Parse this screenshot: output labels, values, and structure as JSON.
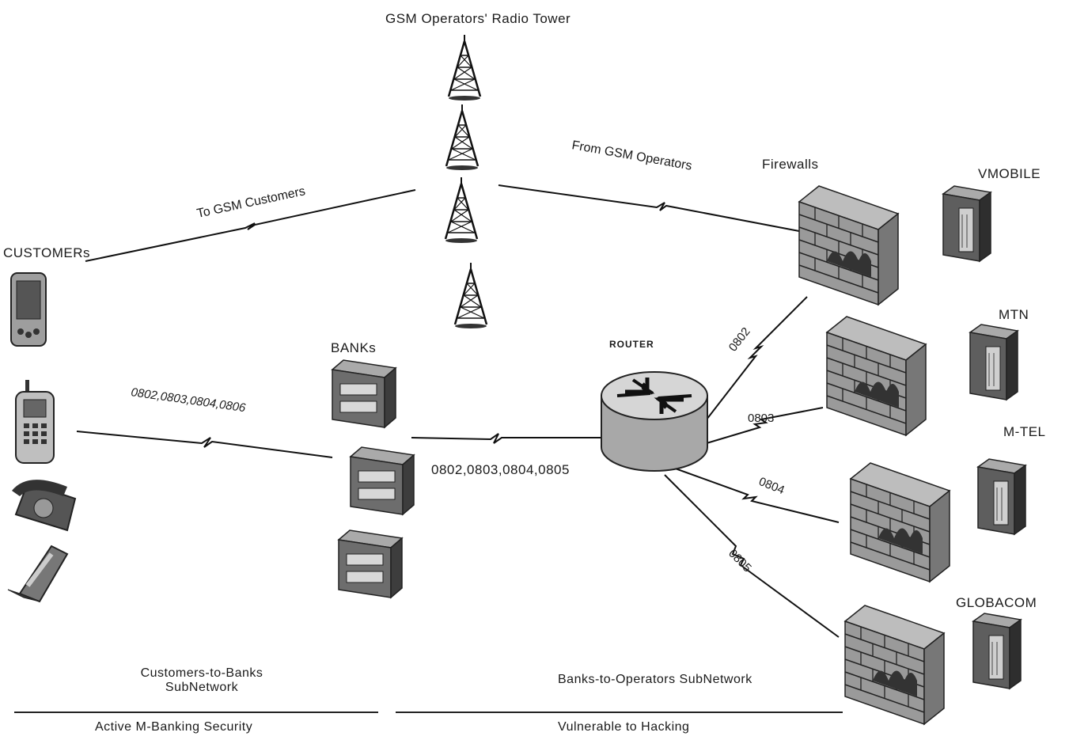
{
  "labels": {
    "tower_title": "GSM Operators' Radio Tower",
    "to_customers": "To GSM Customers",
    "from_operators": "From GSM Operators",
    "firewalls": "Firewalls",
    "customers": "CUSTOMERs",
    "banks": "BANKs",
    "router": "ROUTER",
    "bank_link_codes": "0802,0803,0804,0806",
    "router_link_codes": "0802,0803,0804,0805",
    "code_0802": "0802",
    "code_0803": "0803",
    "code_0804": "0804",
    "code_0805": "0805",
    "subnet_left_line1": "Customers-to-Banks",
    "subnet_left_line2": "SubNetwork",
    "subnet_right": "Banks-to-Operators SubNetwork",
    "footer_left": "Active M-Banking Security",
    "footer_right": "Vulnerable to Hacking"
  },
  "operators": [
    "VMOBILE",
    "MTN",
    "M-TEL",
    "GLOBACOM"
  ],
  "icons": [
    "radio-tower-icon",
    "pda-icon",
    "cell-phone-icon",
    "desk-phone-icon",
    "flip-phone-icon",
    "bank-server-icon",
    "router-icon",
    "firewall-icon",
    "operator-server-icon"
  ],
  "colors": {
    "ink": "#1a1a1a",
    "brick": "#8a8a8a",
    "server": "#5a5a5a",
    "background": "#ffffff"
  }
}
